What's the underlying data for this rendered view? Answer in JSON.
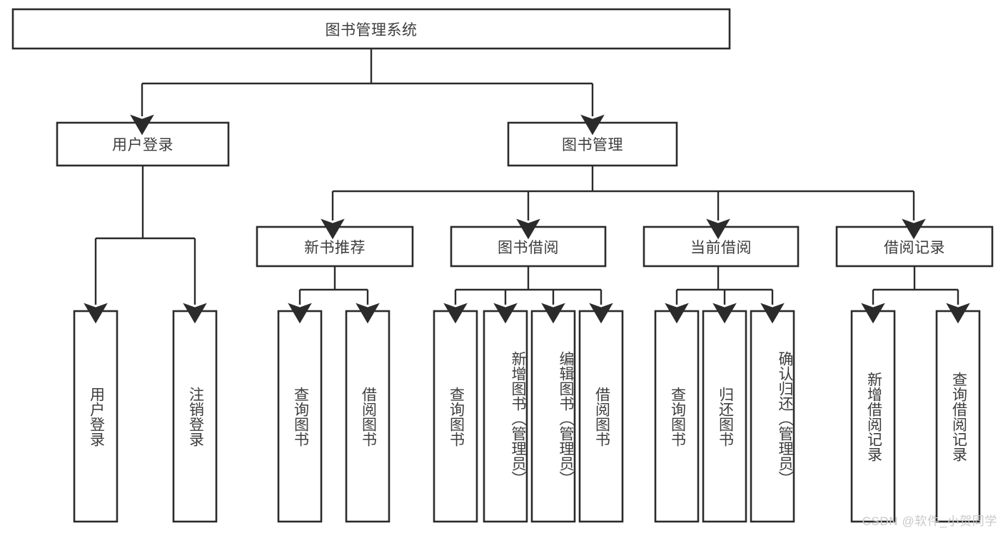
{
  "diagram": {
    "title": "图书管理系统",
    "type": "hierarchy-tree",
    "watermark": "CSDN @软件_小贺同学",
    "colors": {
      "box_stroke": "#2b2b2b",
      "box_fill": "#ffffff",
      "text": "#3d3d3d",
      "connector": "#2b2b2b",
      "watermark": "#c9c9c9",
      "background": "#ffffff"
    },
    "levels": {
      "root": {
        "label": "图书管理系统"
      },
      "level2": [
        {
          "label": "用户登录"
        },
        {
          "label": "图书管理"
        }
      ],
      "level3": [
        {
          "label": "新书推荐"
        },
        {
          "label": "图书借阅"
        },
        {
          "label": "当前借阅"
        },
        {
          "label": "借阅记录"
        }
      ],
      "leaves": [
        {
          "label": "用户登录",
          "parent": "用户登录"
        },
        {
          "label": "注销登录",
          "parent": "用户登录"
        },
        {
          "label": "查询图书",
          "parent": "新书推荐"
        },
        {
          "label": "借阅图书",
          "parent": "新书推荐"
        },
        {
          "label": "查询图书",
          "parent": "图书借阅"
        },
        {
          "label": "新增图书（管理员）",
          "parent": "图书借阅"
        },
        {
          "label": "编辑图书（管理员）",
          "parent": "图书借阅"
        },
        {
          "label": "借阅图书",
          "parent": "图书借阅"
        },
        {
          "label": "查询图书",
          "parent": "当前借阅"
        },
        {
          "label": "归还图书",
          "parent": "当前借阅"
        },
        {
          "label": "确认归还（管理员）",
          "parent": "当前借阅"
        },
        {
          "label": "新增借阅记录",
          "parent": "借阅记录"
        },
        {
          "label": "查询借阅记录",
          "parent": "借阅记录"
        }
      ]
    }
  }
}
